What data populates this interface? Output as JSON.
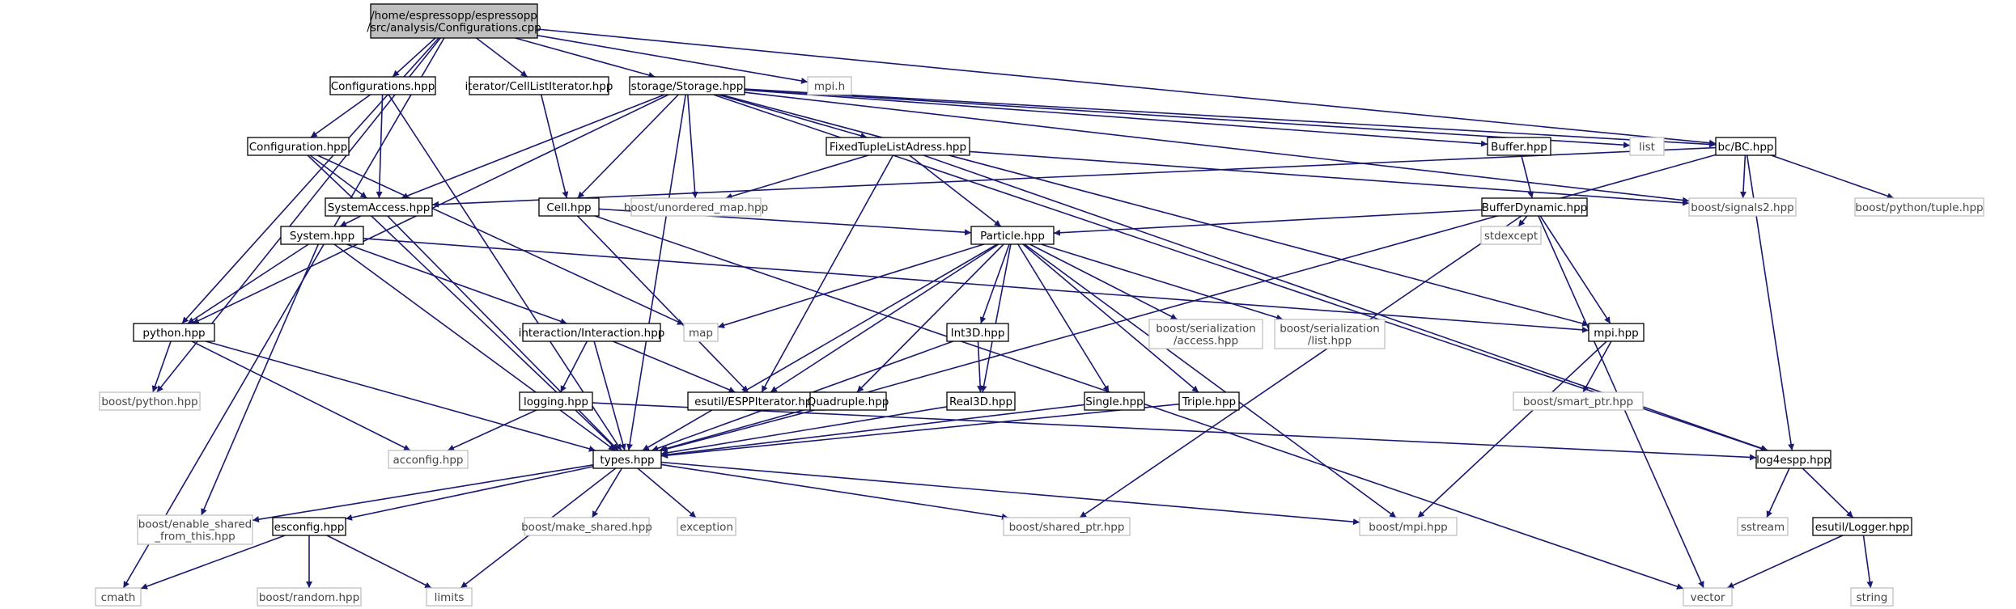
{
  "colors": {
    "edge": "#191970",
    "root_fill": "#bfbfbf",
    "external_border": "#bfbfbf"
  },
  "nodes": {
    "root": [
      "/home/espressopp/espressopp",
      "/src/analysis/Configurations.cpp"
    ],
    "configurations_hpp": [
      "Configurations.hpp"
    ],
    "cell_list_iterator_hpp": [
      "iterator/CellListIterator.hpp"
    ],
    "storage_hpp": [
      "storage/Storage.hpp"
    ],
    "mpi_h": [
      "mpi.h"
    ],
    "configuration_hpp": [
      "Configuration.hpp"
    ],
    "fixed_tuple_list_adress_hpp": [
      "FixedTupleListAdress.hpp"
    ],
    "buffer_hpp": [
      "Buffer.hpp"
    ],
    "list": [
      "list"
    ],
    "bc_hpp": [
      "bc/BC.hpp"
    ],
    "system_access_hpp": [
      "SystemAccess.hpp"
    ],
    "cell_hpp": [
      "Cell.hpp"
    ],
    "boost_unordered_map_hpp": [
      "boost/unordered_map.hpp"
    ],
    "buffer_dynamic_hpp": [
      "BufferDynamic.hpp"
    ],
    "boost_signals2_hpp": [
      "boost/signals2.hpp"
    ],
    "boost_python_tuple_hpp": [
      "boost/python/tuple.hpp"
    ],
    "system_hpp": [
      "System.hpp"
    ],
    "particle_hpp": [
      "Particle.hpp"
    ],
    "stdexcept": [
      "stdexcept"
    ],
    "python_hpp": [
      "python.hpp"
    ],
    "interaction_hpp": [
      "interaction/Interaction.hpp"
    ],
    "map": [
      "map"
    ],
    "int3d_hpp": [
      "Int3D.hpp"
    ],
    "boost_serialization_access_hpp": [
      "boost/serialization",
      "/access.hpp"
    ],
    "boost_serialization_list_hpp": [
      "boost/serialization",
      "/list.hpp"
    ],
    "mpi_hpp": [
      "mpi.hpp"
    ],
    "boost_python_hpp": [
      "boost/python.hpp"
    ],
    "logging_hpp": [
      "logging.hpp"
    ],
    "esutil_esppiterator_hpp": [
      "esutil/ESPPIterator.hpp"
    ],
    "quadruple_hpp": [
      "Quadruple.hpp"
    ],
    "real3d_hpp": [
      "Real3D.hpp"
    ],
    "single_hpp": [
      "Single.hpp"
    ],
    "triple_hpp": [
      "Triple.hpp"
    ],
    "boost_smart_ptr_hpp": [
      "boost/smart_ptr.hpp"
    ],
    "acconfig_hpp": [
      "acconfig.hpp"
    ],
    "types_hpp": [
      "types.hpp"
    ],
    "log4espp_hpp": [
      "log4espp.hpp"
    ],
    "boost_enable_shared_from_this_hpp": [
      "boost/enable_shared",
      "_from_this.hpp"
    ],
    "esconfig_hpp": [
      "esconfig.hpp"
    ],
    "boost_make_shared_hpp": [
      "boost/make_shared.hpp"
    ],
    "exception": [
      "exception"
    ],
    "boost_shared_ptr_hpp": [
      "boost/shared_ptr.hpp"
    ],
    "boost_mpi_hpp": [
      "boost/mpi.hpp"
    ],
    "sstream": [
      "sstream"
    ],
    "esutil_logger_hpp": [
      "esutil/Logger.hpp"
    ],
    "cmath": [
      "cmath"
    ],
    "boost_random_hpp": [
      "boost/random.hpp"
    ],
    "limits": [
      "limits"
    ],
    "vector": [
      "vector"
    ],
    "string": [
      "string"
    ]
  }
}
